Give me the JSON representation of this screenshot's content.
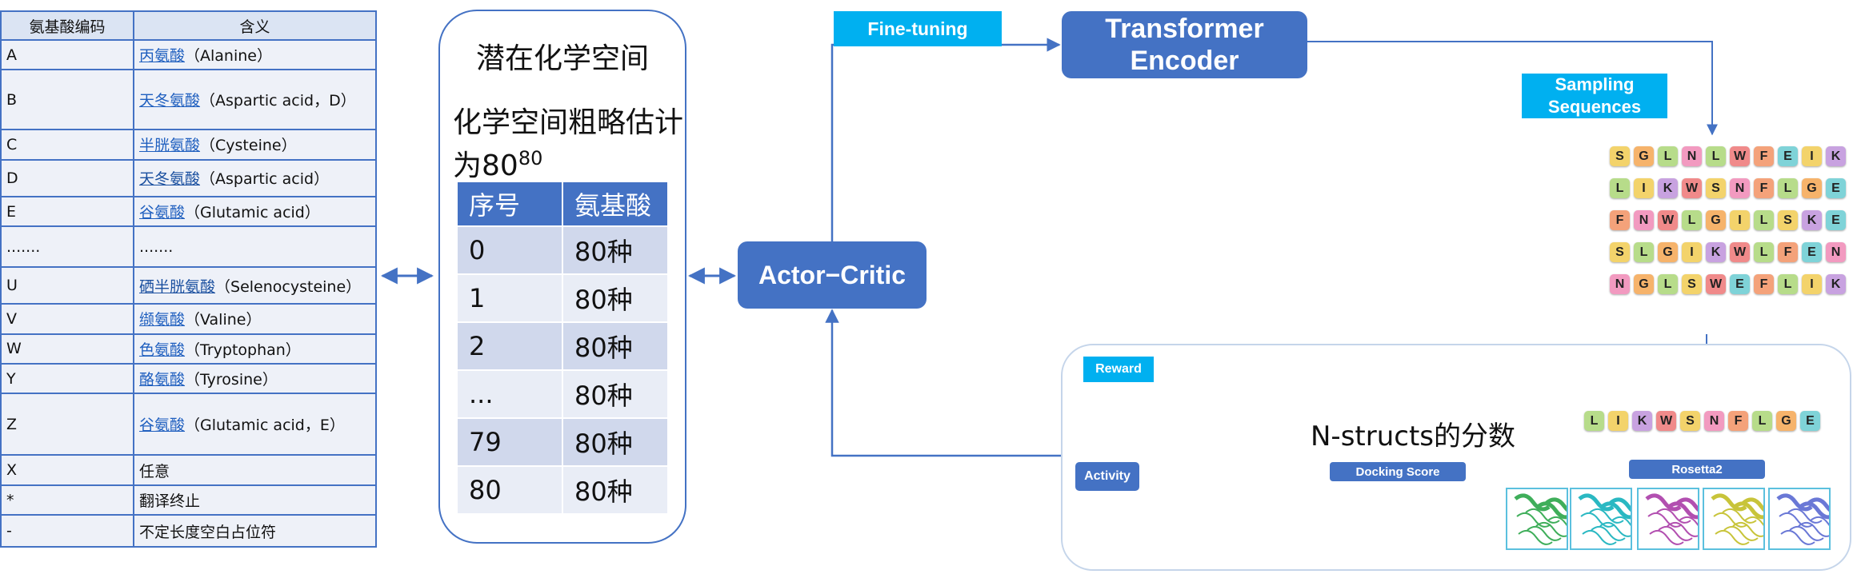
{
  "aa_table": {
    "headers": [
      "氨基酸编码",
      "含义"
    ],
    "rows": [
      {
        "code": "A",
        "name": "丙氨酸",
        "detail": "（Alanine）"
      },
      {
        "code": "B",
        "name": "天冬氨酸",
        "detail": "（Aspartic acid，D）"
      },
      {
        "code": "C",
        "name": "半胱氨酸",
        "detail": "（Cysteine）"
      },
      {
        "code": "D",
        "name": "天冬氨酸",
        "detail": "（Aspartic acid）"
      },
      {
        "code": "E",
        "name": "谷氨酸",
        "detail": "（Glutamic acid）"
      },
      {
        "code": ".......",
        "name": "",
        "detail": "......."
      },
      {
        "code": "U",
        "name": "硒半胱氨酸",
        "detail": "（Selenocysteine）"
      },
      {
        "code": "V",
        "name": "缬氨酸",
        "detail": "（Valine）"
      },
      {
        "code": "W",
        "name": "色氨酸",
        "detail": "（Tryptophan）"
      },
      {
        "code": "Y",
        "name": "酪氨酸",
        "detail": "（Tyrosine）"
      },
      {
        "code": "Z",
        "name": "谷氨酸",
        "detail": "（Glutamic acid，E）"
      },
      {
        "code": "X",
        "name": "",
        "detail": "任意"
      },
      {
        "code": "*",
        "name": "",
        "detail": "翻译终止"
      },
      {
        "code": "-",
        "name": "",
        "detail": "不定长度空白占位符"
      }
    ]
  },
  "latent": {
    "title": "潜在化学空间",
    "estimate_text": "化学空间粗略估计为80",
    "estimate_exp": "80",
    "table_headers": [
      "序号",
      "氨基酸"
    ],
    "table_rows": [
      [
        "0",
        "80种"
      ],
      [
        "1",
        "80种"
      ],
      [
        "2",
        "80种"
      ],
      [
        "...",
        "80种"
      ],
      [
        "79",
        "80种"
      ],
      [
        "80",
        "80种"
      ]
    ]
  },
  "actor_critic": "Actor−Critic",
  "fine_tuning": "Fine-tuning",
  "transformer": {
    "line1": "Transformer",
    "line2": "Encoder"
  },
  "sampling": {
    "line1": "Sampling",
    "line2": "Sequences"
  },
  "sequences": [
    "SGLNLWFEIK",
    "LIKWSNFLGE",
    "FNWLGILSKE",
    "SLGIKWLFEN",
    "NGLSWEFLIK"
  ],
  "selected_sequence": "LIKWSNFLGE",
  "reward": {
    "label": "Reward",
    "activity": "Activity",
    "docking": "Docking Score",
    "rosetta": "Rosetta2",
    "nstructs": "N-structs的分数"
  },
  "colors": {
    "primary": "#4472c4",
    "label_cyan": "#00b0f0",
    "tiles": [
      "#f4a27a",
      "#f3d36b",
      "#b7dc8a",
      "#7fd3d8",
      "#9fb4ea",
      "#c8a2e0",
      "#f29ac0",
      "#f6b36b",
      "#e8e07a",
      "#f08a8a"
    ]
  }
}
